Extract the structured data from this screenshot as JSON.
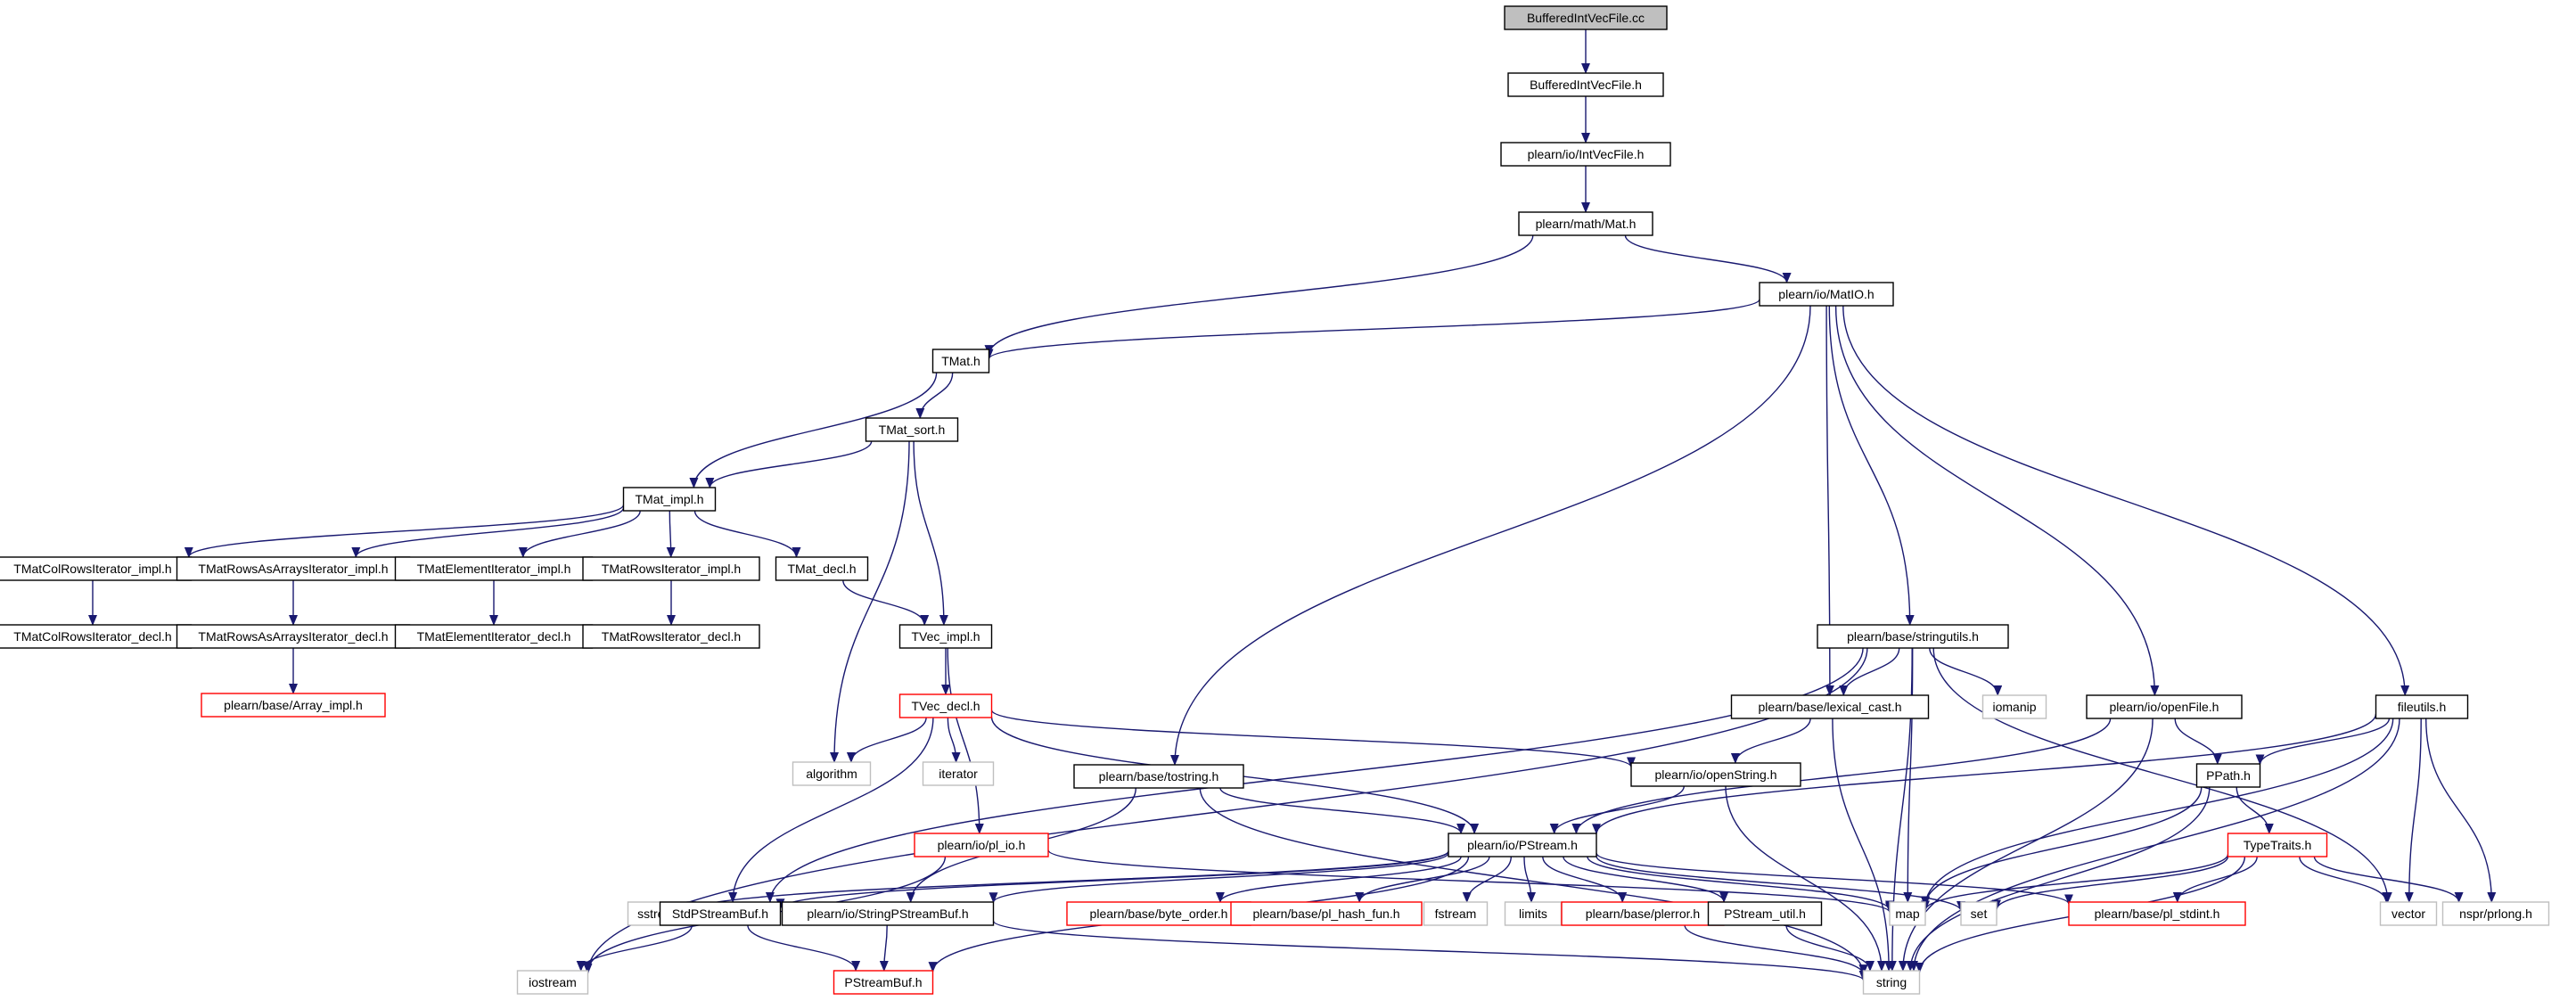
{
  "colors": {
    "edge": "#191970",
    "box_default": "#000000",
    "box_red": "#ff0000",
    "box_gray": "#bfbfbf",
    "root_fill": "#bfbfbf",
    "text": "#000000"
  },
  "nodes": [
    {
      "id": "root",
      "label": "BufferedIntVecFile.cc",
      "style": "root"
    },
    {
      "id": "bivf_h",
      "label": "BufferedIntVecFile.h",
      "style": "default"
    },
    {
      "id": "intvecfile",
      "label": "plearn/io/IntVecFile.h",
      "style": "default"
    },
    {
      "id": "mat",
      "label": "plearn/math/Mat.h",
      "style": "default"
    },
    {
      "id": "matio",
      "label": "plearn/io/MatIO.h",
      "style": "default"
    },
    {
      "id": "tmat",
      "label": "TMat.h",
      "style": "default"
    },
    {
      "id": "tmat_sort",
      "label": "TMat_sort.h",
      "style": "default"
    },
    {
      "id": "tmat_impl",
      "label": "TMat_impl.h",
      "style": "default"
    },
    {
      "id": "tmcri_impl",
      "label": "TMatColRowsIterator_impl.h",
      "style": "default"
    },
    {
      "id": "tmraai_impl",
      "label": "TMatRowsAsArraysIterator_impl.h",
      "style": "default"
    },
    {
      "id": "tmei_impl",
      "label": "TMatElementIterator_impl.h",
      "style": "default"
    },
    {
      "id": "tmri_impl",
      "label": "TMatRowsIterator_impl.h",
      "style": "default"
    },
    {
      "id": "tmat_decl",
      "label": "TMat_decl.h",
      "style": "default"
    },
    {
      "id": "tmcri_decl",
      "label": "TMatColRowsIterator_decl.h",
      "style": "default"
    },
    {
      "id": "tmraai_decl",
      "label": "TMatRowsAsArraysIterator_decl.h",
      "style": "default"
    },
    {
      "id": "tmei_decl",
      "label": "TMatElementIterator_decl.h",
      "style": "default"
    },
    {
      "id": "tmri_decl",
      "label": "TMatRowsIterator_decl.h",
      "style": "default"
    },
    {
      "id": "array_impl",
      "label": "plearn/base/Array_impl.h",
      "style": "red"
    },
    {
      "id": "tvec_impl",
      "label": "TVec_impl.h",
      "style": "default"
    },
    {
      "id": "tvec_decl",
      "label": "TVec_decl.h",
      "style": "red"
    },
    {
      "id": "algorithm",
      "label": "algorithm",
      "style": "gray"
    },
    {
      "id": "iterator",
      "label": "iterator",
      "style": "gray"
    },
    {
      "id": "pl_io",
      "label": "plearn/io/pl_io.h",
      "style": "red"
    },
    {
      "id": "tostring",
      "label": "plearn/base/tostring.h",
      "style": "default"
    },
    {
      "id": "openstring",
      "label": "plearn/io/openString.h",
      "style": "default"
    },
    {
      "id": "stringutils",
      "label": "plearn/base/stringutils.h",
      "style": "default"
    },
    {
      "id": "lexical_cast",
      "label": "plearn/base/lexical_cast.h",
      "style": "default"
    },
    {
      "id": "iomanip",
      "label": "iomanip",
      "style": "gray"
    },
    {
      "id": "openfile",
      "label": "plearn/io/openFile.h",
      "style": "default"
    },
    {
      "id": "fileutils",
      "label": "fileutils.h",
      "style": "default"
    },
    {
      "id": "ppath",
      "label": "PPath.h",
      "style": "default"
    },
    {
      "id": "typetraits",
      "label": "TypeTraits.h",
      "style": "red"
    },
    {
      "id": "pstream",
      "label": "plearn/io/PStream.h",
      "style": "default"
    },
    {
      "id": "sstream",
      "label": "sstream",
      "style": "gray"
    },
    {
      "id": "stdpsb",
      "label": "StdPStreamBuf.h",
      "style": "default"
    },
    {
      "id": "strpsb",
      "label": "plearn/io/StringPStreamBuf.h",
      "style": "default"
    },
    {
      "id": "byte_order",
      "label": "plearn/base/byte_order.h",
      "style": "red"
    },
    {
      "id": "pl_hash_fun",
      "label": "plearn/base/pl_hash_fun.h",
      "style": "red"
    },
    {
      "id": "fstream",
      "label": "fstream",
      "style": "gray"
    },
    {
      "id": "limits",
      "label": "limits",
      "style": "gray"
    },
    {
      "id": "plerror",
      "label": "plearn/base/plerror.h",
      "style": "red"
    },
    {
      "id": "pstream_util",
      "label": "PStream_util.h",
      "style": "default"
    },
    {
      "id": "map",
      "label": "map",
      "style": "gray"
    },
    {
      "id": "set",
      "label": "set",
      "style": "gray"
    },
    {
      "id": "pl_stdint",
      "label": "plearn/base/pl_stdint.h",
      "style": "red"
    },
    {
      "id": "vector",
      "label": "vector",
      "style": "gray"
    },
    {
      "id": "prlong",
      "label": "nspr/prlong.h",
      "style": "gray"
    },
    {
      "id": "iostream",
      "label": "iostream",
      "style": "gray"
    },
    {
      "id": "psb",
      "label": "PStreamBuf.h",
      "style": "red"
    },
    {
      "id": "string",
      "label": "string",
      "style": "gray"
    }
  ],
  "edges": [
    [
      "root",
      "bivf_h"
    ],
    [
      "bivf_h",
      "intvecfile"
    ],
    [
      "intvecfile",
      "mat"
    ],
    [
      "mat",
      "tmat"
    ],
    [
      "mat",
      "matio"
    ],
    [
      "matio",
      "tmat"
    ],
    [
      "matio",
      "tostring"
    ],
    [
      "matio",
      "lexical_cast"
    ],
    [
      "matio",
      "stringutils"
    ],
    [
      "matio",
      "openfile"
    ],
    [
      "matio",
      "fileutils"
    ],
    [
      "tmat",
      "tmat_sort"
    ],
    [
      "tmat",
      "tmat_impl"
    ],
    [
      "tmat_sort",
      "tmat_impl"
    ],
    [
      "tmat_sort",
      "algorithm"
    ],
    [
      "tmat_sort",
      "tvec_impl"
    ],
    [
      "tmat_impl",
      "tmcri_impl"
    ],
    [
      "tmat_impl",
      "tmraai_impl"
    ],
    [
      "tmat_impl",
      "tmei_impl"
    ],
    [
      "tmat_impl",
      "tmri_impl"
    ],
    [
      "tmat_impl",
      "tmat_decl"
    ],
    [
      "tmcri_impl",
      "tmcri_decl"
    ],
    [
      "tmraai_impl",
      "tmraai_decl"
    ],
    [
      "tmraai_decl",
      "array_impl"
    ],
    [
      "tmei_impl",
      "tmei_decl"
    ],
    [
      "tmri_impl",
      "tmri_decl"
    ],
    [
      "tmat_decl",
      "tvec_impl"
    ],
    [
      "tvec_impl",
      "tvec_decl"
    ],
    [
      "tvec_impl",
      "pl_io"
    ],
    [
      "tvec_decl",
      "algorithm"
    ],
    [
      "tvec_decl",
      "iterator"
    ],
    [
      "tvec_decl",
      "openstring"
    ],
    [
      "tvec_decl",
      "pstream"
    ],
    [
      "tvec_decl",
      "stdpsb"
    ],
    [
      "pl_io",
      "iostream"
    ],
    [
      "pl_io",
      "map"
    ],
    [
      "tostring",
      "pstream"
    ],
    [
      "tostring",
      "strpsb"
    ],
    [
      "tostring",
      "string"
    ],
    [
      "stringutils",
      "iostream"
    ],
    [
      "stringutils",
      "lexical_cast"
    ],
    [
      "stringutils",
      "iomanip"
    ],
    [
      "stringutils",
      "map"
    ],
    [
      "stringutils",
      "vector"
    ],
    [
      "stringutils",
      "string"
    ],
    [
      "stringutils",
      "stdpsb"
    ],
    [
      "lexical_cast",
      "openstring"
    ],
    [
      "lexical_cast",
      "string"
    ],
    [
      "openstring",
      "pstream"
    ],
    [
      "openstring",
      "string"
    ],
    [
      "openfile",
      "ppath"
    ],
    [
      "openfile",
      "pstream"
    ],
    [
      "openfile",
      "string"
    ],
    [
      "fileutils",
      "ppath"
    ],
    [
      "fileutils",
      "pstream"
    ],
    [
      "fileutils",
      "map"
    ],
    [
      "fileutils",
      "vector"
    ],
    [
      "fileutils",
      "prlong"
    ],
    [
      "fileutils",
      "string"
    ],
    [
      "ppath",
      "typetraits"
    ],
    [
      "ppath",
      "map"
    ],
    [
      "ppath",
      "string"
    ],
    [
      "typetraits",
      "map"
    ],
    [
      "typetraits",
      "set"
    ],
    [
      "typetraits",
      "pl_stdint"
    ],
    [
      "typetraits",
      "vector"
    ],
    [
      "typetraits",
      "prlong"
    ],
    [
      "typetraits",
      "string"
    ],
    [
      "pstream",
      "sstream"
    ],
    [
      "pstream",
      "stdpsb"
    ],
    [
      "pstream",
      "strpsb"
    ],
    [
      "pstream",
      "byte_order"
    ],
    [
      "pstream",
      "pl_hash_fun"
    ],
    [
      "pstream",
      "fstream"
    ],
    [
      "pstream",
      "limits"
    ],
    [
      "pstream",
      "plerror"
    ],
    [
      "pstream",
      "pstream_util"
    ],
    [
      "pstream",
      "map"
    ],
    [
      "pstream",
      "set"
    ],
    [
      "pstream",
      "pl_stdint"
    ],
    [
      "pstream",
      "psb"
    ],
    [
      "stdpsb",
      "iostream"
    ],
    [
      "stdpsb",
      "psb"
    ],
    [
      "strpsb",
      "psb"
    ],
    [
      "strpsb",
      "string"
    ],
    [
      "plerror",
      "string"
    ],
    [
      "pstream_util",
      "string"
    ]
  ]
}
